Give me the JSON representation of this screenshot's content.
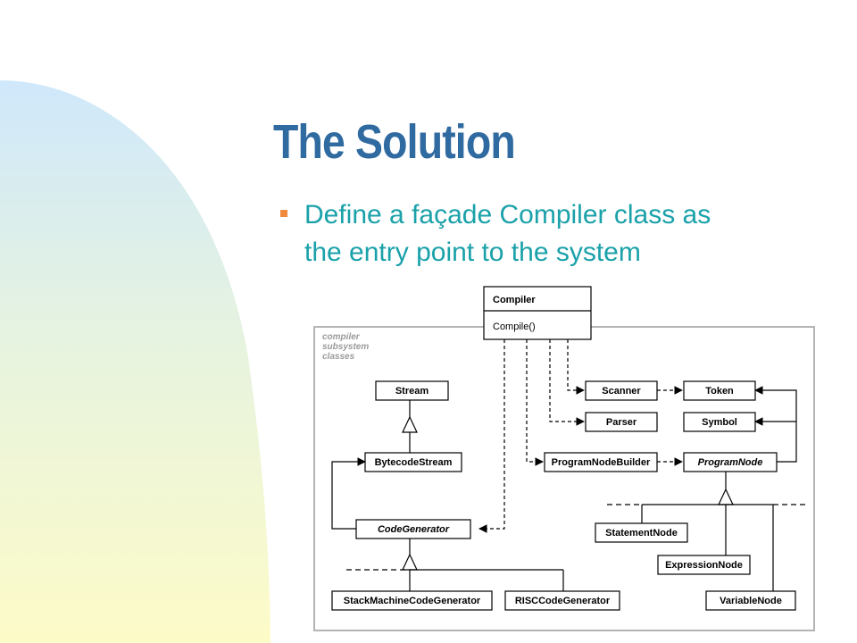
{
  "slide": {
    "title": "The Solution",
    "bullet_lines": [
      "Define a façade Compiler class as",
      "the entry point to the system"
    ],
    "colors": {
      "title": "#2f6aa0",
      "body": "#1aa1a9",
      "bullet": "#f08a3c",
      "accent_gradient_top": "#cfe8fb",
      "accent_gradient_bottom": "#fdfbc8"
    }
  },
  "diagram": {
    "facade": {
      "name": "Compiler",
      "operation": "Compile()"
    },
    "subsystem_label": [
      "compiler",
      "subsystem",
      "classes"
    ],
    "classes": {
      "stream": "Stream",
      "bytecode_stream": "BytecodeStream",
      "code_generator": "CodeGenerator",
      "scanner": "Scanner",
      "token": "Token",
      "parser": "Parser",
      "symbol": "Symbol",
      "program_node_builder": "ProgramNodeBuilder",
      "program_node": "ProgramNode",
      "statement_node": "StatementNode",
      "expression_node": "ExpressionNode",
      "variable_node": "VariableNode",
      "stack_machine_code_generator": "StackMachineCodeGenerator",
      "risc_code_generator": "RISCCodeGenerator"
    }
  }
}
